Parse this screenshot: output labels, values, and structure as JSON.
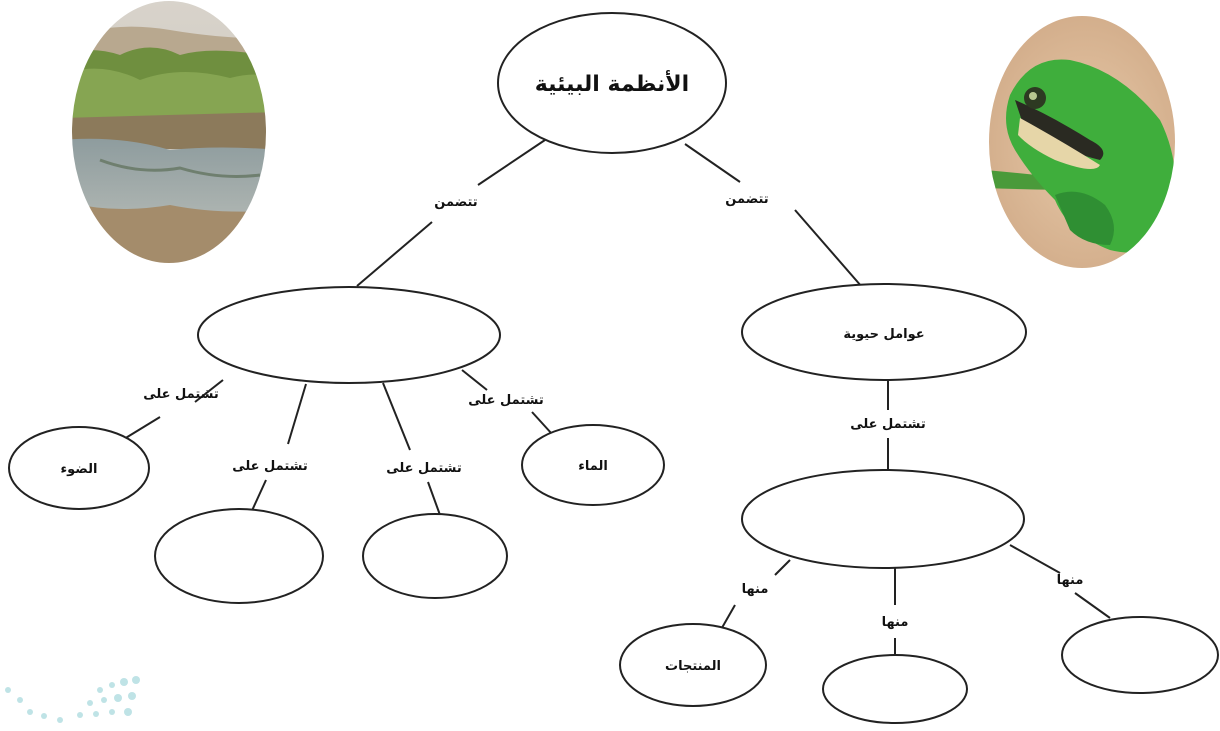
{
  "diagram": {
    "root": {
      "label": "الأنظمة البيئية"
    },
    "edges": {
      "includes": "تتضمن",
      "contains": "تشتمل على",
      "among_them": "منها"
    },
    "left_branch": {
      "node": {
        "label": ""
      },
      "children": [
        {
          "label": "الضوء"
        },
        {
          "label": ""
        },
        {
          "label": ""
        },
        {
          "label": "الماء"
        }
      ]
    },
    "right_branch": {
      "node": {
        "label": "عوامل حيوية"
      },
      "sub_node": {
        "label": ""
      },
      "children": [
        {
          "label": "المنتجات"
        },
        {
          "label": ""
        },
        {
          "label": ""
        }
      ]
    },
    "images": {
      "left_photo": "wetland-pond-photo",
      "right_photo": "green-frog-photo"
    }
  },
  "colors": {
    "stroke": "#222222",
    "sky": "#d9d4cc",
    "vegetation": "#7e9b4b",
    "water": "#9aa7a8",
    "frog": "#3fae3c"
  }
}
